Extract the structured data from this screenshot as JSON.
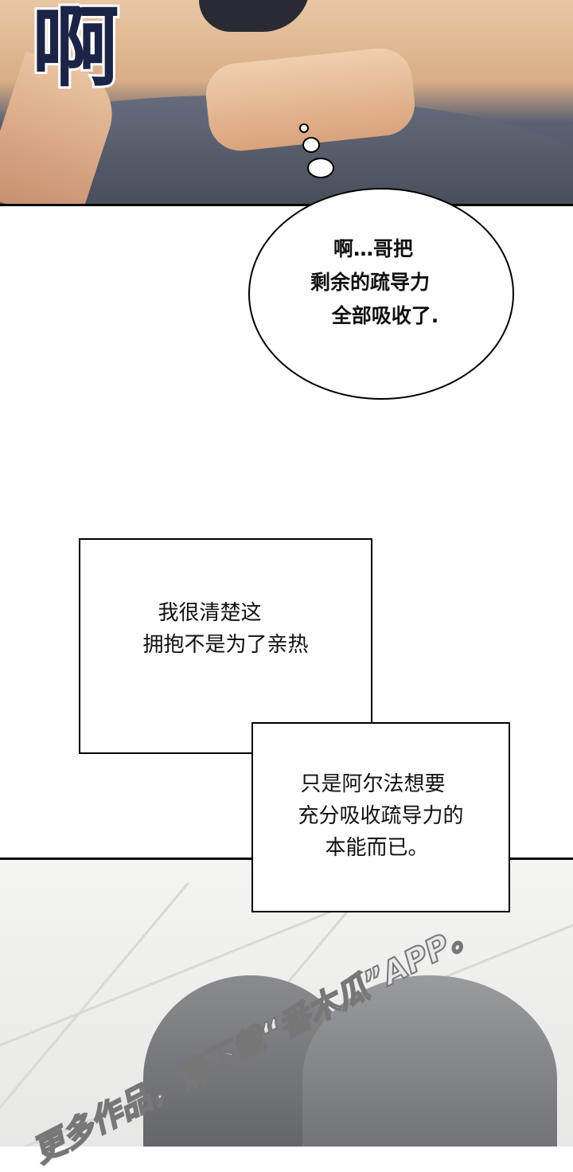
{
  "top_panel": {
    "sfx": "啊"
  },
  "speech_bubble": {
    "lines": [
      "啊…哥把",
      "剩余的疏导力",
      "全部吸收了."
    ]
  },
  "caption_box_1": {
    "lines": [
      "我很清楚这",
      "拥抱不是为了亲热"
    ]
  },
  "caption_box_2": {
    "lines": [
      "只是阿尔法想要",
      "充分吸收疏导力的",
      "本能而已。"
    ]
  },
  "watermark": "更多作品，请下载“番木瓜”APP。"
}
